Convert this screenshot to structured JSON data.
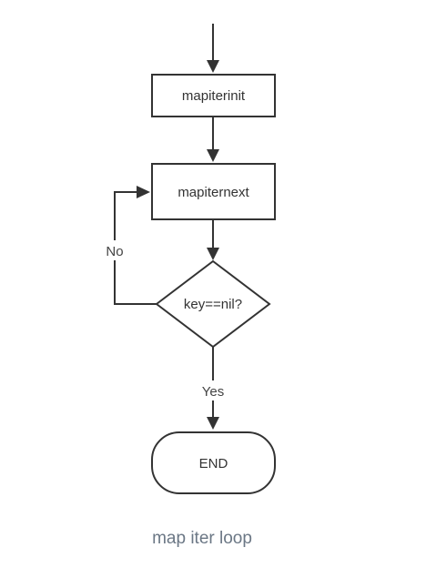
{
  "diagram": {
    "nodes": {
      "init": {
        "label": "mapiterinit"
      },
      "next": {
        "label": "mapiternext"
      },
      "check": {
        "label": "key==nil?"
      },
      "end": {
        "label": "END"
      }
    },
    "edges": {
      "no_label": "No",
      "yes_label": "Yes"
    }
  },
  "caption": "map iter loop",
  "colors": {
    "stroke": "#333333",
    "caption": "#6b7785",
    "background": "#ffffff"
  }
}
